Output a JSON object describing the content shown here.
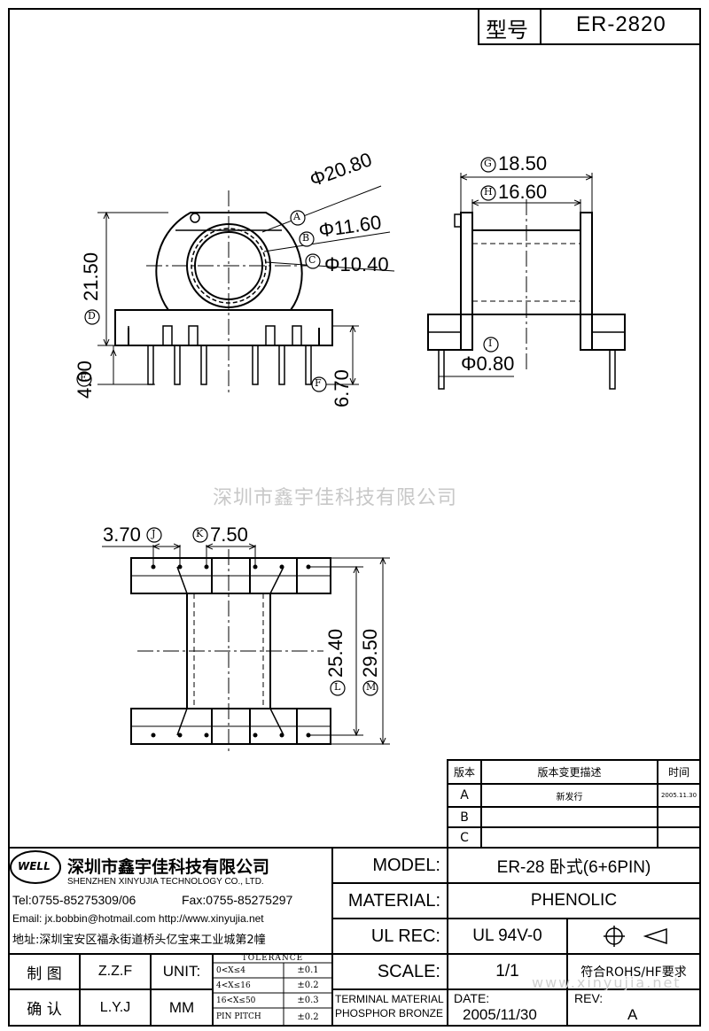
{
  "header": {
    "model_label": "型号",
    "model_value": "ER-2820"
  },
  "dimensions": {
    "A": {
      "letter": "A",
      "value": "Φ20.80"
    },
    "B": {
      "letter": "B",
      "value": "Φ11.60"
    },
    "C": {
      "letter": "C",
      "value": "Φ10.40"
    },
    "D": {
      "letter": "D",
      "value": "21.50"
    },
    "E": {
      "letter": "E",
      "value": "4.00"
    },
    "F": {
      "letter": "F",
      "value": "6.70"
    },
    "G": {
      "letter": "G",
      "value": "18.50"
    },
    "H": {
      "letter": "H",
      "value": "16.60"
    },
    "I": {
      "letter": "I",
      "value": "Φ0.80"
    },
    "J": {
      "letter": "J",
      "value": "3.70"
    },
    "K": {
      "letter": "K",
      "value": "7.50"
    },
    "L": {
      "letter": "L",
      "value": "25.40"
    },
    "M": {
      "letter": "M",
      "value": "29.50"
    }
  },
  "watermark": {
    "company": "深圳市鑫宇佳科技有限公司",
    "url": "www.xinyujia.net"
  },
  "revision": {
    "headers": [
      "版本",
      "版本变更描述",
      "时间"
    ],
    "rows": [
      {
        "version": "A",
        "desc": "新发行",
        "date": "2005.11.30"
      },
      {
        "version": "B",
        "desc": "",
        "date": ""
      },
      {
        "version": "C",
        "desc": "",
        "date": ""
      }
    ]
  },
  "company": {
    "logo_text": "WELL",
    "name_cn": "深圳市鑫宇佳科技有限公司",
    "name_en": "SHENZHEN XINYUJIA TECHNOLOGY CO., LTD.",
    "tel": "Tel:0755-85275309/06",
    "fax": "Fax:0755-85275297",
    "email": "Email: jx.bobbin@hotmail.com http://www.xinyujia.net",
    "address": "地址:深圳宝安区福永街道桥头亿宝来工业城第2幢"
  },
  "signoff": {
    "draw_label": "制 图",
    "draw_value": "Z.Z.F",
    "confirm_label": "确 认",
    "confirm_value": "L.Y.J",
    "unit_label": "UNIT:",
    "unit_value": "MM"
  },
  "tolerance": {
    "title": "TOLERANCE",
    "rows": [
      {
        "range": "0<X≤4",
        "value": "±0.1"
      },
      {
        "range": "4<X≤16",
        "value": "±0.2"
      },
      {
        "range": "16<X≤50",
        "value": "±0.3"
      },
      {
        "range": "PIN PITCH",
        "value": "±0.2"
      }
    ]
  },
  "specs": {
    "model_label": "MODEL:",
    "model_value": "ER-28 卧式(6+6PIN)",
    "material_label": "MATERIAL:",
    "material_value": "PHENOLIC",
    "ulrec_label": "UL REC:",
    "ulrec_value": "UL 94V-0",
    "scale_label": "SCALE:",
    "scale_value": "1/1",
    "rohs": "符合ROHS/HF要求",
    "terminal_line1": "TERMINAL MATERIAL",
    "terminal_line2": "PHOSPHOR BRONZE",
    "date_label": "DATE:",
    "date_value": "2005/11/30",
    "rev_label": "REV:",
    "rev_value": "A"
  }
}
